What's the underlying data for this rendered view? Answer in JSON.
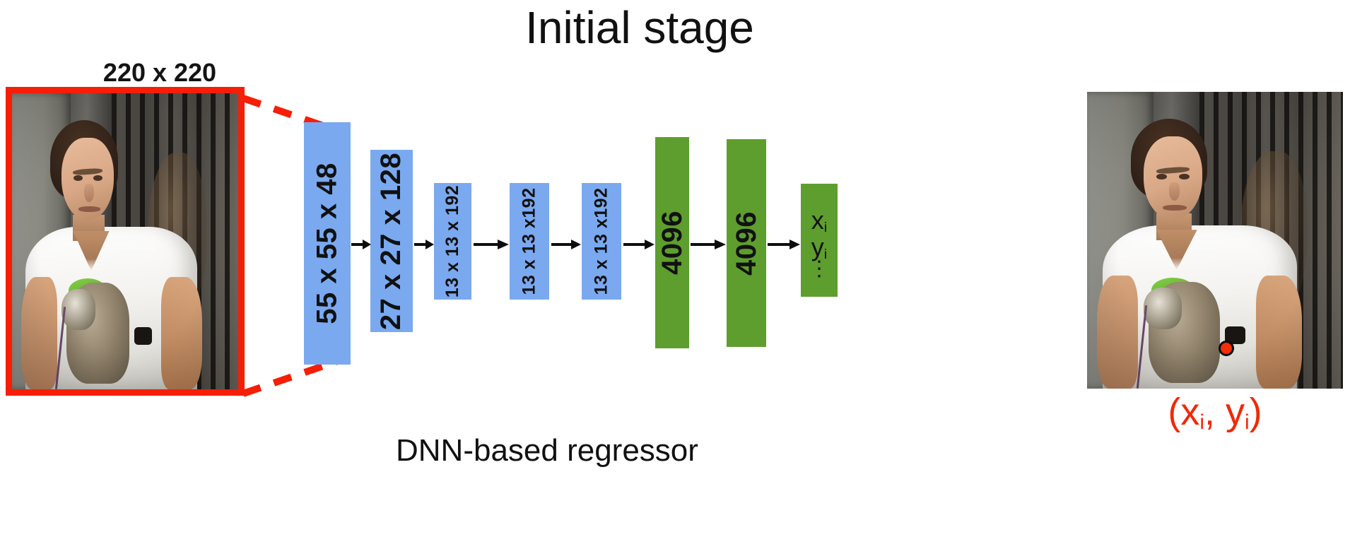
{
  "title": "Initial stage",
  "crop_label": "220 x 220",
  "caption": "DNN-based regressor",
  "coord_label_text": "(x",
  "coord_label": {
    "open_paren": "(",
    "x_var": "x",
    "x_sub": "i",
    "comma": ", ",
    "y_var": "y",
    "y_sub": "i",
    "close_paren": ")"
  },
  "colors": {
    "conv_block": "#7aa9f0",
    "fc_block": "#5e9e2e",
    "annotation_red": "#f61e06",
    "keypoint_red": "#f42e06",
    "text_black": "#111111",
    "background": "#ffffff"
  },
  "network": {
    "blocks": [
      {
        "id": "blk1",
        "label": "55 x 55 x 48",
        "type": "conv",
        "color": "#7aa9f0"
      },
      {
        "id": "blk2",
        "label": "27 x 27 x 128",
        "type": "conv",
        "color": "#7aa9f0"
      },
      {
        "id": "blk3",
        "label": "13 x 13 x 192",
        "type": "conv",
        "color": "#7aa9f0"
      },
      {
        "id": "blk4",
        "label": "13 x 13 x192",
        "type": "conv",
        "color": "#7aa9f0"
      },
      {
        "id": "blk5",
        "label": "13 x 13 x192",
        "type": "conv",
        "color": "#7aa9f0"
      },
      {
        "id": "blk6",
        "label": "4096",
        "type": "fc",
        "color": "#5e9e2e"
      },
      {
        "id": "blk7",
        "label": "4096",
        "type": "fc",
        "color": "#5e9e2e"
      }
    ],
    "output_block": {
      "type": "fc",
      "color": "#5e9e2e",
      "lines": [
        {
          "var": "x",
          "sub": "i"
        },
        {
          "var": "y",
          "sub": "i"
        }
      ],
      "ellipsis": "⋮"
    },
    "arrow_count": 7
  },
  "left_image": {
    "alt": "cropped person holding a dog in front of an iron gate",
    "border_color": "#f61e06"
  },
  "right_image": {
    "alt": "person holding a dog with predicted joint location marked",
    "keypoint": {
      "color": "#f42e06",
      "outline": "#0a0a0a"
    }
  }
}
